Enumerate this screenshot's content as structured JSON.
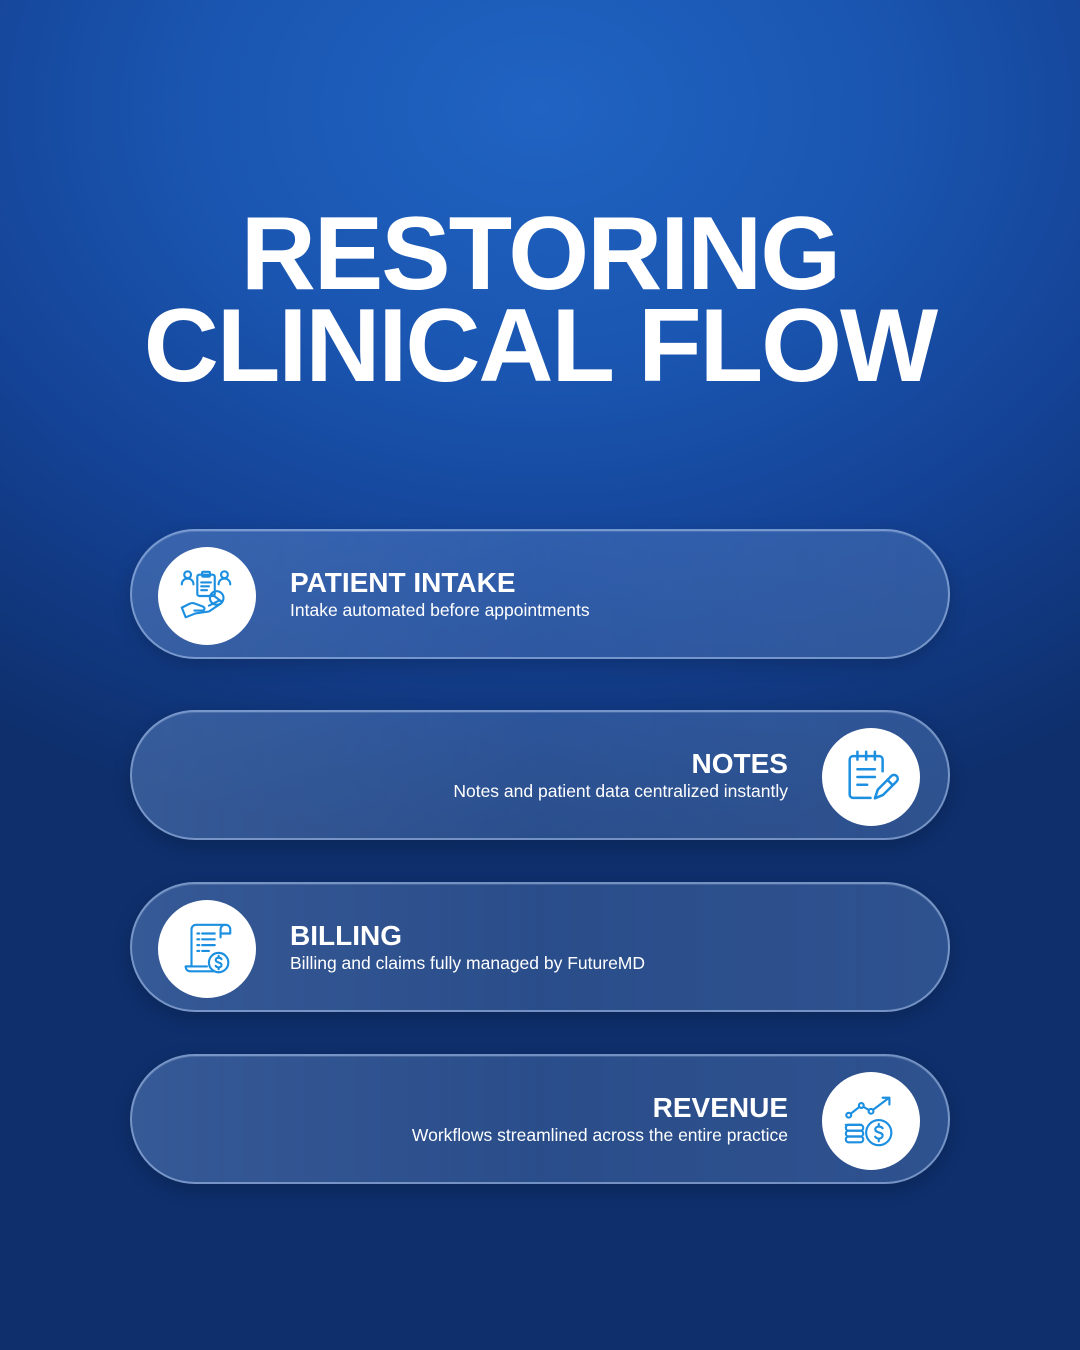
{
  "title": {
    "line1": "RESTORING",
    "line2": "CLINICAL FLOW"
  },
  "items": [
    {
      "heading": "PATIENT INTAKE",
      "description": "Intake automated before appointments",
      "icon": "patient-intake-icon"
    },
    {
      "heading": "NOTES",
      "description": "Notes and patient data centralized instantly",
      "icon": "notes-icon"
    },
    {
      "heading": "BILLING",
      "description": "Billing and claims fully managed by FutureMD",
      "icon": "billing-icon"
    },
    {
      "heading": "REVENUE",
      "description": "Workflows streamlined across the entire practice",
      "icon": "revenue-icon"
    }
  ],
  "colors": {
    "background_top": "#2063c2",
    "background_bottom": "#0e2f6c",
    "icon_blue": "#1c8fe0",
    "text": "#ffffff"
  }
}
